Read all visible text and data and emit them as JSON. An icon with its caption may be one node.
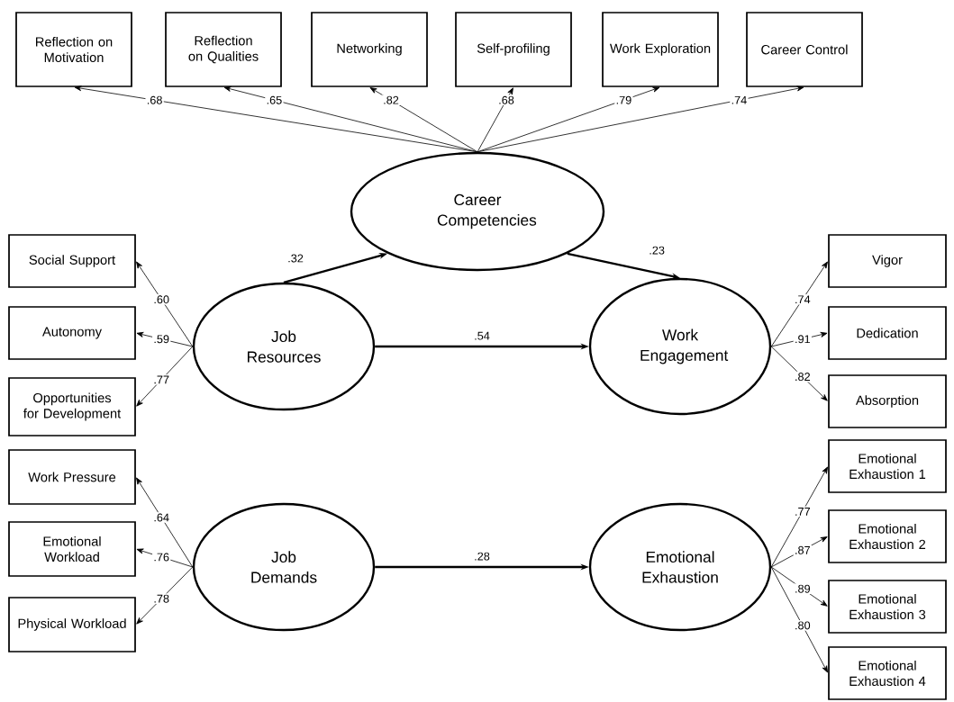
{
  "diagram": {
    "nodes": [
      {
        "text": [
          "Reflection on Motivation"
        ]
      },
      {
        "text": [
          "Reflection on Qualities"
        ]
      },
      {
        "text": [
          "Networking"
        ]
      },
      {
        "text": [
          "Self-profiling"
        ]
      },
      {
        "text": [
          "Work Exploration"
        ]
      },
      {
        "text": [
          "Career Control"
        ]
      },
      {
        "text": [
          "Career Competencies"
        ]
      },
      {
        "text": [
          "Social Support"
        ]
      },
      {
        "text": [
          "Autonomy"
        ]
      },
      {
        "text": [
          "Opportunities for Development"
        ]
      },
      {
        "text": [
          "Job Resources"
        ]
      },
      {
        "text": [
          "Work Engagement"
        ]
      },
      {
        "text": [
          "Vigor"
        ]
      },
      {
        "text": [
          "Dedication"
        ]
      },
      {
        "text": [
          "Absorption"
        ]
      },
      {
        "text": [
          "Work Pressure"
        ]
      },
      {
        "text": [
          "Emotional Workload"
        ]
      },
      {
        "text": [
          "Physical Workload"
        ]
      },
      {
        "text": [
          "Job Demands"
        ]
      },
      {
        "text": [
          "Emotional Exhaustion"
        ]
      },
      {
        "text": [
          "Emotional Exhaustion 1"
        ]
      },
      {
        "text": [
          "Emotional Exhaustion 2"
        ]
      },
      {
        "text": [
          "Emotional Exhaustion 3"
        ]
      },
      {
        "text": [
          "Emotional Exhaustion 4"
        ]
      }
    ],
    "edges": [
      {
        "from": 6,
        "to": 0,
        "arrow": "to",
        "label": ".68"
      },
      {
        "from": 6,
        "to": 1,
        "arrow": "to",
        "label": ".65"
      },
      {
        "from": 6,
        "to": 2,
        "arrow": "to",
        "label": ".82"
      },
      {
        "from": 6,
        "to": 3,
        "arrow": "to",
        "label": ".68"
      },
      {
        "from": 6,
        "to": 4,
        "arrow": "to",
        "label": ".79"
      },
      {
        "from": 6,
        "to": 5,
        "arrow": "to",
        "label": ".74"
      },
      {
        "from": 10,
        "to": 6,
        "arrow": "to",
        "label": ".32",
        "style": "thick"
      },
      {
        "from": 6,
        "to": 11,
        "arrow": "to",
        "label": ".23",
        "style": "thick"
      },
      {
        "from": 10,
        "to": 11,
        "arrow": "to",
        "label": ".54",
        "style": "thick"
      },
      {
        "from": 10,
        "to": 7,
        "arrow": "to",
        "label": ".60"
      },
      {
        "from": 10,
        "to": 8,
        "arrow": "to",
        "label": ".59"
      },
      {
        "from": 10,
        "to": 9,
        "arrow": "to",
        "label": ".77"
      },
      {
        "from": 11,
        "to": 12,
        "arrow": "to",
        "label": ".74"
      },
      {
        "from": 11,
        "to": 13,
        "arrow": "to",
        "label": ".91"
      },
      {
        "from": 11,
        "to": 14,
        "arrow": "to",
        "label": ".82"
      },
      {
        "from": 18,
        "to": 15,
        "arrow": "to",
        "label": ".64"
      },
      {
        "from": 18,
        "to": 16,
        "arrow": "to",
        "label": ".76"
      },
      {
        "from": 18,
        "to": 17,
        "arrow": "to",
        "label": ".78"
      },
      {
        "from": 18,
        "to": 19,
        "arrow": "to",
        "label": ".28",
        "style": "thick"
      },
      {
        "from": 19,
        "to": 20,
        "arrow": "to",
        "label": ".77"
      },
      {
        "from": 19,
        "to": 21,
        "arrow": "to",
        "label": ".87"
      },
      {
        "from": 19,
        "to": 22,
        "arrow": "to",
        "label": ".89"
      },
      {
        "from": 19,
        "to": 23,
        "arrow": "to",
        "label": ".80"
      }
    ]
  }
}
